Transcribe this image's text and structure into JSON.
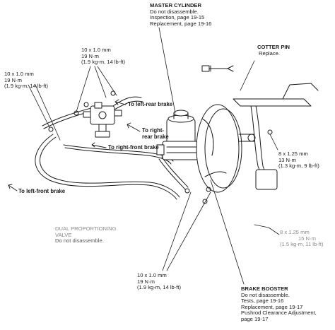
{
  "master_cylinder": {
    "title": "MASTER CYLINDER",
    "lines": [
      "Do not disassemble.",
      "Inspection, page 19-15",
      "Replacement, page 19-16"
    ]
  },
  "cotter_pin": {
    "title": "COTTER PIN",
    "lines": [
      "Replace."
    ]
  },
  "torque_top": {
    "lines": [
      "10 x 1.0 mm",
      "19 N·m",
      "(1.9 kg-m, 14 lb-ft)"
    ]
  },
  "torque_left": {
    "lines": [
      "10 x 1.0 mm",
      "19 N·m",
      "(1.9 kg-m, 14 lb-ft)"
    ]
  },
  "torque_right_top": {
    "lines": [
      "8 x 1.25 mm",
      "13 N·m",
      "(1.3 kg-m, 9 lb-ft)"
    ]
  },
  "torque_right_bottom": {
    "lines": [
      "8 x 1.25 mm",
      "15 N·m",
      "(1.5 kg-m, 11 lb-ft)"
    ]
  },
  "torque_bottom": {
    "lines": [
      "10 x 1.0 mm",
      "19 N·m",
      "(1.9 kg-m, 14 lb-ft)"
    ]
  },
  "brake_lines": {
    "left_rear": "To left-rear brake",
    "right_rear": [
      "To right-",
      "rear brake"
    ],
    "right_front": "To right-front brake",
    "left_front": "To left-front brake"
  },
  "proportioning_valve": {
    "title": [
      "DUAL PROPORTIONING",
      "VALVE"
    ],
    "note": "Do not disassemble."
  },
  "brake_booster": {
    "title": "BRAKE BOOSTER",
    "lines": [
      "Do not disassemble.",
      "Tests, page 19-16",
      "Replacement, page 19-17",
      "Pushrod Clearance Adjustment,",
      "page 19-17"
    ]
  },
  "colors": {
    "ink": "#1a1a1a",
    "faded": "#8a8a8a",
    "background": "#ffffff"
  }
}
